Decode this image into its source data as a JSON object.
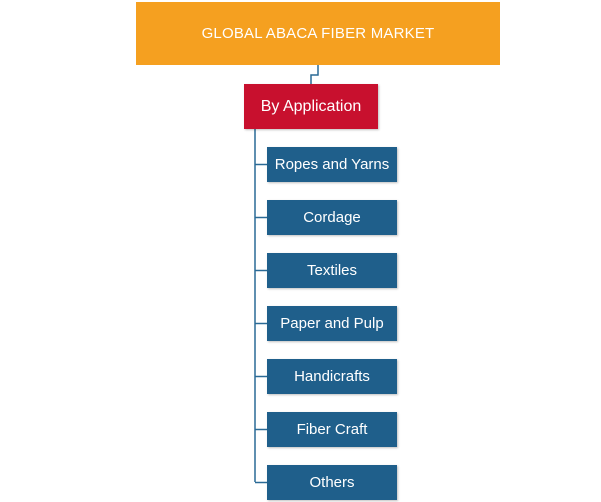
{
  "root": {
    "label": "GLOBAL ABACA FIBER MARKET",
    "color": "#f5a020"
  },
  "category": {
    "label": "By Application",
    "color": "#c8102e"
  },
  "children": [
    {
      "label": "Ropes and Yarns"
    },
    {
      "label": "Cordage"
    },
    {
      "label": "Textiles"
    },
    {
      "label": "Paper and Pulp"
    },
    {
      "label": "Handicrafts"
    },
    {
      "label": "Fiber Craft"
    },
    {
      "label": "Others"
    }
  ],
  "child_color": "#1f5f8b",
  "connector_color": "#2a6a96"
}
